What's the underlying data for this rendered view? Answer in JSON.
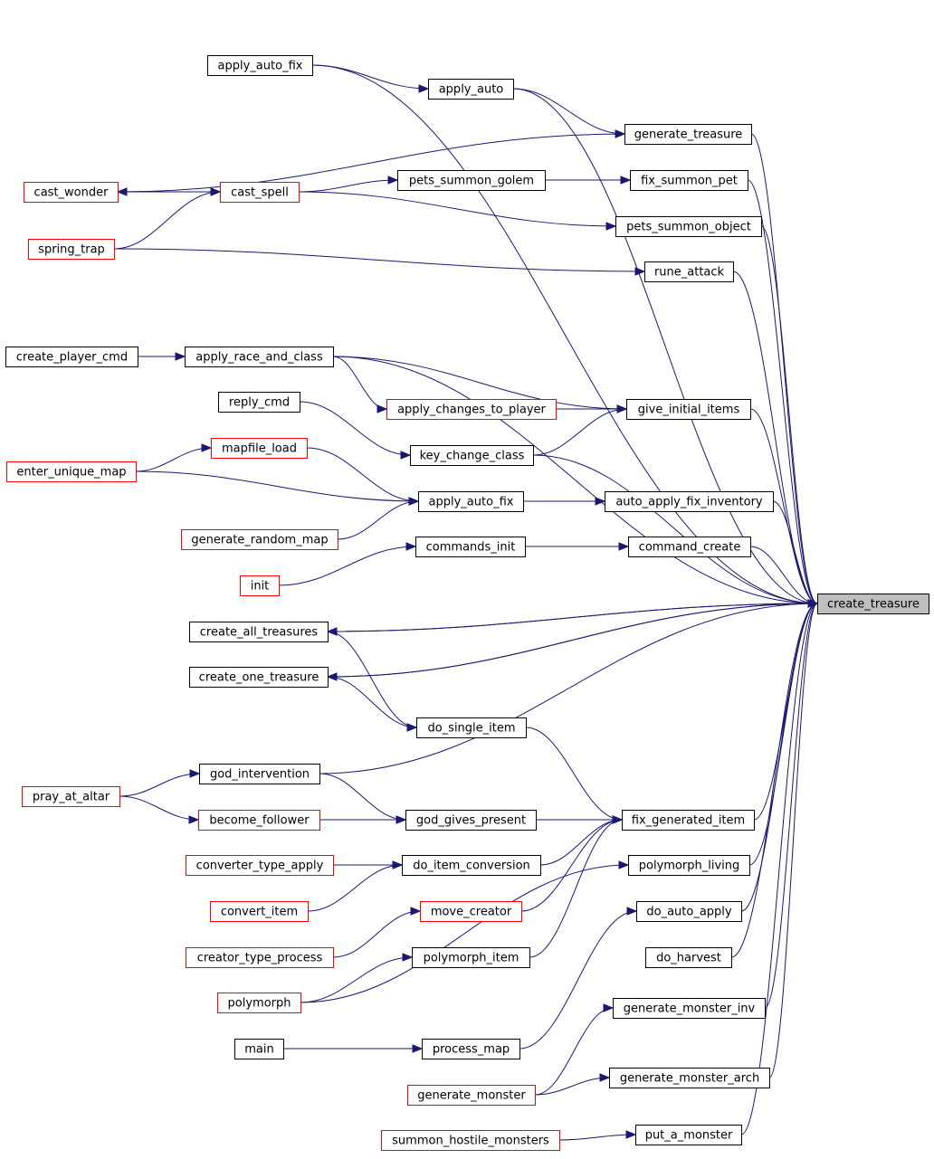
{
  "diagram": {
    "nodes": [
      {
        "id": "create_treasure",
        "label": "create_treasure",
        "style": "focus"
      },
      {
        "id": "apply_auto_fix_1",
        "label": "apply_auto_fix",
        "style": "black"
      },
      {
        "id": "apply_auto",
        "label": "apply_auto",
        "style": "black"
      },
      {
        "id": "generate_treasure",
        "label": "generate_treasure",
        "style": "black"
      },
      {
        "id": "cast_wonder",
        "label": "cast_wonder",
        "style": "red"
      },
      {
        "id": "cast_spell",
        "label": "cast_spell",
        "style": "red"
      },
      {
        "id": "pets_summon_golem",
        "label": "pets_summon_golem",
        "style": "black"
      },
      {
        "id": "fix_summon_pet",
        "label": "fix_summon_pet",
        "style": "black"
      },
      {
        "id": "pets_summon_object",
        "label": "pets_summon_object",
        "style": "black"
      },
      {
        "id": "spring_trap",
        "label": "spring_trap",
        "style": "red"
      },
      {
        "id": "rune_attack",
        "label": "rune_attack",
        "style": "black"
      },
      {
        "id": "create_player_cmd",
        "label": "create_player_cmd",
        "style": "black"
      },
      {
        "id": "apply_race_and_class",
        "label": "apply_race_and_class",
        "style": "black"
      },
      {
        "id": "reply_cmd",
        "label": "reply_cmd",
        "style": "black"
      },
      {
        "id": "apply_changes_to_player",
        "label": "apply_changes_to_player",
        "style": "red"
      },
      {
        "id": "give_initial_items",
        "label": "give_initial_items",
        "style": "black"
      },
      {
        "id": "mapfile_load",
        "label": "mapfile_load",
        "style": "red"
      },
      {
        "id": "key_change_class",
        "label": "key_change_class",
        "style": "black"
      },
      {
        "id": "enter_unique_map",
        "label": "enter_unique_map",
        "style": "red"
      },
      {
        "id": "apply_auto_fix_2",
        "label": "apply_auto_fix",
        "style": "black"
      },
      {
        "id": "auto_apply_fix_inventory",
        "label": "auto_apply_fix_inventory",
        "style": "black"
      },
      {
        "id": "generate_random_map",
        "label": "generate_random_map",
        "style": "red"
      },
      {
        "id": "commands_init",
        "label": "commands_init",
        "style": "black"
      },
      {
        "id": "command_create",
        "label": "command_create",
        "style": "black"
      },
      {
        "id": "init",
        "label": "init",
        "style": "red"
      },
      {
        "id": "create_all_treasures",
        "label": "create_all_treasures",
        "style": "black"
      },
      {
        "id": "create_one_treasure",
        "label": "create_one_treasure",
        "style": "black"
      },
      {
        "id": "do_single_item",
        "label": "do_single_item",
        "style": "black"
      },
      {
        "id": "god_intervention",
        "label": "god_intervention",
        "style": "black"
      },
      {
        "id": "pray_at_altar",
        "label": "pray_at_altar",
        "style": "red"
      },
      {
        "id": "become_follower",
        "label": "become_follower",
        "style": "red"
      },
      {
        "id": "god_gives_present",
        "label": "god_gives_present",
        "style": "black"
      },
      {
        "id": "fix_generated_item",
        "label": "fix_generated_item",
        "style": "black"
      },
      {
        "id": "converter_type_apply",
        "label": "converter_type_apply",
        "style": "red"
      },
      {
        "id": "do_item_conversion",
        "label": "do_item_conversion",
        "style": "black"
      },
      {
        "id": "polymorph_living",
        "label": "polymorph_living",
        "style": "black"
      },
      {
        "id": "convert_item",
        "label": "convert_item",
        "style": "red"
      },
      {
        "id": "move_creator",
        "label": "move_creator",
        "style": "red"
      },
      {
        "id": "do_auto_apply",
        "label": "do_auto_apply",
        "style": "black"
      },
      {
        "id": "creator_type_process",
        "label": "creator_type_process",
        "style": "red"
      },
      {
        "id": "polymorph_item",
        "label": "polymorph_item",
        "style": "black"
      },
      {
        "id": "do_harvest",
        "label": "do_harvest",
        "style": "black"
      },
      {
        "id": "polymorph",
        "label": "polymorph",
        "style": "red"
      },
      {
        "id": "generate_monster_inv",
        "label": "generate_monster_inv",
        "style": "black"
      },
      {
        "id": "main",
        "label": "main",
        "style": "black"
      },
      {
        "id": "process_map",
        "label": "process_map",
        "style": "black"
      },
      {
        "id": "generate_monster",
        "label": "generate_monster",
        "style": "red"
      },
      {
        "id": "generate_monster_arch",
        "label": "generate_monster_arch",
        "style": "black"
      },
      {
        "id": "summon_hostile_monsters",
        "label": "summon_hostile_monsters",
        "style": "red"
      },
      {
        "id": "put_a_monster",
        "label": "put_a_monster",
        "style": "black"
      }
    ],
    "edges": [
      [
        "apply_auto_fix_1",
        "create_treasure"
      ],
      [
        "apply_auto_fix_1",
        "apply_auto"
      ],
      [
        "apply_auto",
        "create_treasure"
      ],
      [
        "apply_auto",
        "generate_treasure"
      ],
      [
        "generate_treasure",
        "create_treasure"
      ],
      [
        "cast_wonder",
        "generate_treasure"
      ],
      [
        "cast_wonder",
        "cast_spell"
      ],
      [
        "cast_spell",
        "cast_wonder"
      ],
      [
        "cast_spell",
        "pets_summon_golem"
      ],
      [
        "cast_spell",
        "pets_summon_object"
      ],
      [
        "pets_summon_golem",
        "fix_summon_pet"
      ],
      [
        "fix_summon_pet",
        "create_treasure"
      ],
      [
        "pets_summon_object",
        "create_treasure"
      ],
      [
        "spring_trap",
        "cast_spell"
      ],
      [
        "spring_trap",
        "rune_attack"
      ],
      [
        "rune_attack",
        "create_treasure"
      ],
      [
        "create_player_cmd",
        "apply_race_and_class"
      ],
      [
        "apply_race_and_class",
        "create_treasure"
      ],
      [
        "apply_race_and_class",
        "apply_changes_to_player"
      ],
      [
        "apply_race_and_class",
        "give_initial_items"
      ],
      [
        "apply_changes_to_player",
        "give_initial_items"
      ],
      [
        "give_initial_items",
        "create_treasure"
      ],
      [
        "reply_cmd",
        "key_change_class"
      ],
      [
        "key_change_class",
        "create_treasure"
      ],
      [
        "key_change_class",
        "give_initial_items"
      ],
      [
        "mapfile_load",
        "apply_auto_fix_2"
      ],
      [
        "enter_unique_map",
        "mapfile_load"
      ],
      [
        "enter_unique_map",
        "apply_auto_fix_2"
      ],
      [
        "generate_random_map",
        "apply_auto_fix_2"
      ],
      [
        "apply_auto_fix_2",
        "auto_apply_fix_inventory"
      ],
      [
        "auto_apply_fix_inventory",
        "create_treasure"
      ],
      [
        "commands_init",
        "command_create"
      ],
      [
        "command_create",
        "create_treasure"
      ],
      [
        "init",
        "commands_init"
      ],
      [
        "create_treasure",
        "create_all_treasures"
      ],
      [
        "create_all_treasures",
        "create_treasure"
      ],
      [
        "create_treasure",
        "create_one_treasure"
      ],
      [
        "create_one_treasure",
        "create_treasure"
      ],
      [
        "create_all_treasures",
        "do_single_item"
      ],
      [
        "create_one_treasure",
        "do_single_item"
      ],
      [
        "do_single_item",
        "fix_generated_item"
      ],
      [
        "god_intervention",
        "create_treasure"
      ],
      [
        "god_intervention",
        "god_gives_present"
      ],
      [
        "pray_at_altar",
        "god_intervention"
      ],
      [
        "pray_at_altar",
        "become_follower"
      ],
      [
        "become_follower",
        "god_gives_present"
      ],
      [
        "god_gives_present",
        "fix_generated_item"
      ],
      [
        "fix_generated_item",
        "create_treasure"
      ],
      [
        "converter_type_apply",
        "do_item_conversion"
      ],
      [
        "do_item_conversion",
        "fix_generated_item"
      ],
      [
        "convert_item",
        "do_item_conversion"
      ],
      [
        "move_creator",
        "fix_generated_item"
      ],
      [
        "creator_type_process",
        "move_creator"
      ],
      [
        "polymorph_item",
        "fix_generated_item"
      ],
      [
        "polymorph",
        "polymorph_item"
      ],
      [
        "polymorph",
        "polymorph_living"
      ],
      [
        "polymorph_living",
        "create_treasure"
      ],
      [
        "do_auto_apply",
        "create_treasure"
      ],
      [
        "process_map",
        "do_auto_apply"
      ],
      [
        "main",
        "process_map"
      ],
      [
        "do_harvest",
        "create_treasure"
      ],
      [
        "generate_monster_inv",
        "create_treasure"
      ],
      [
        "generate_monster",
        "generate_monster_inv"
      ],
      [
        "generate_monster",
        "generate_monster_arch"
      ],
      [
        "generate_monster_arch",
        "create_treasure"
      ],
      [
        "summon_hostile_monsters",
        "put_a_monster"
      ],
      [
        "put_a_monster",
        "create_treasure"
      ]
    ]
  }
}
